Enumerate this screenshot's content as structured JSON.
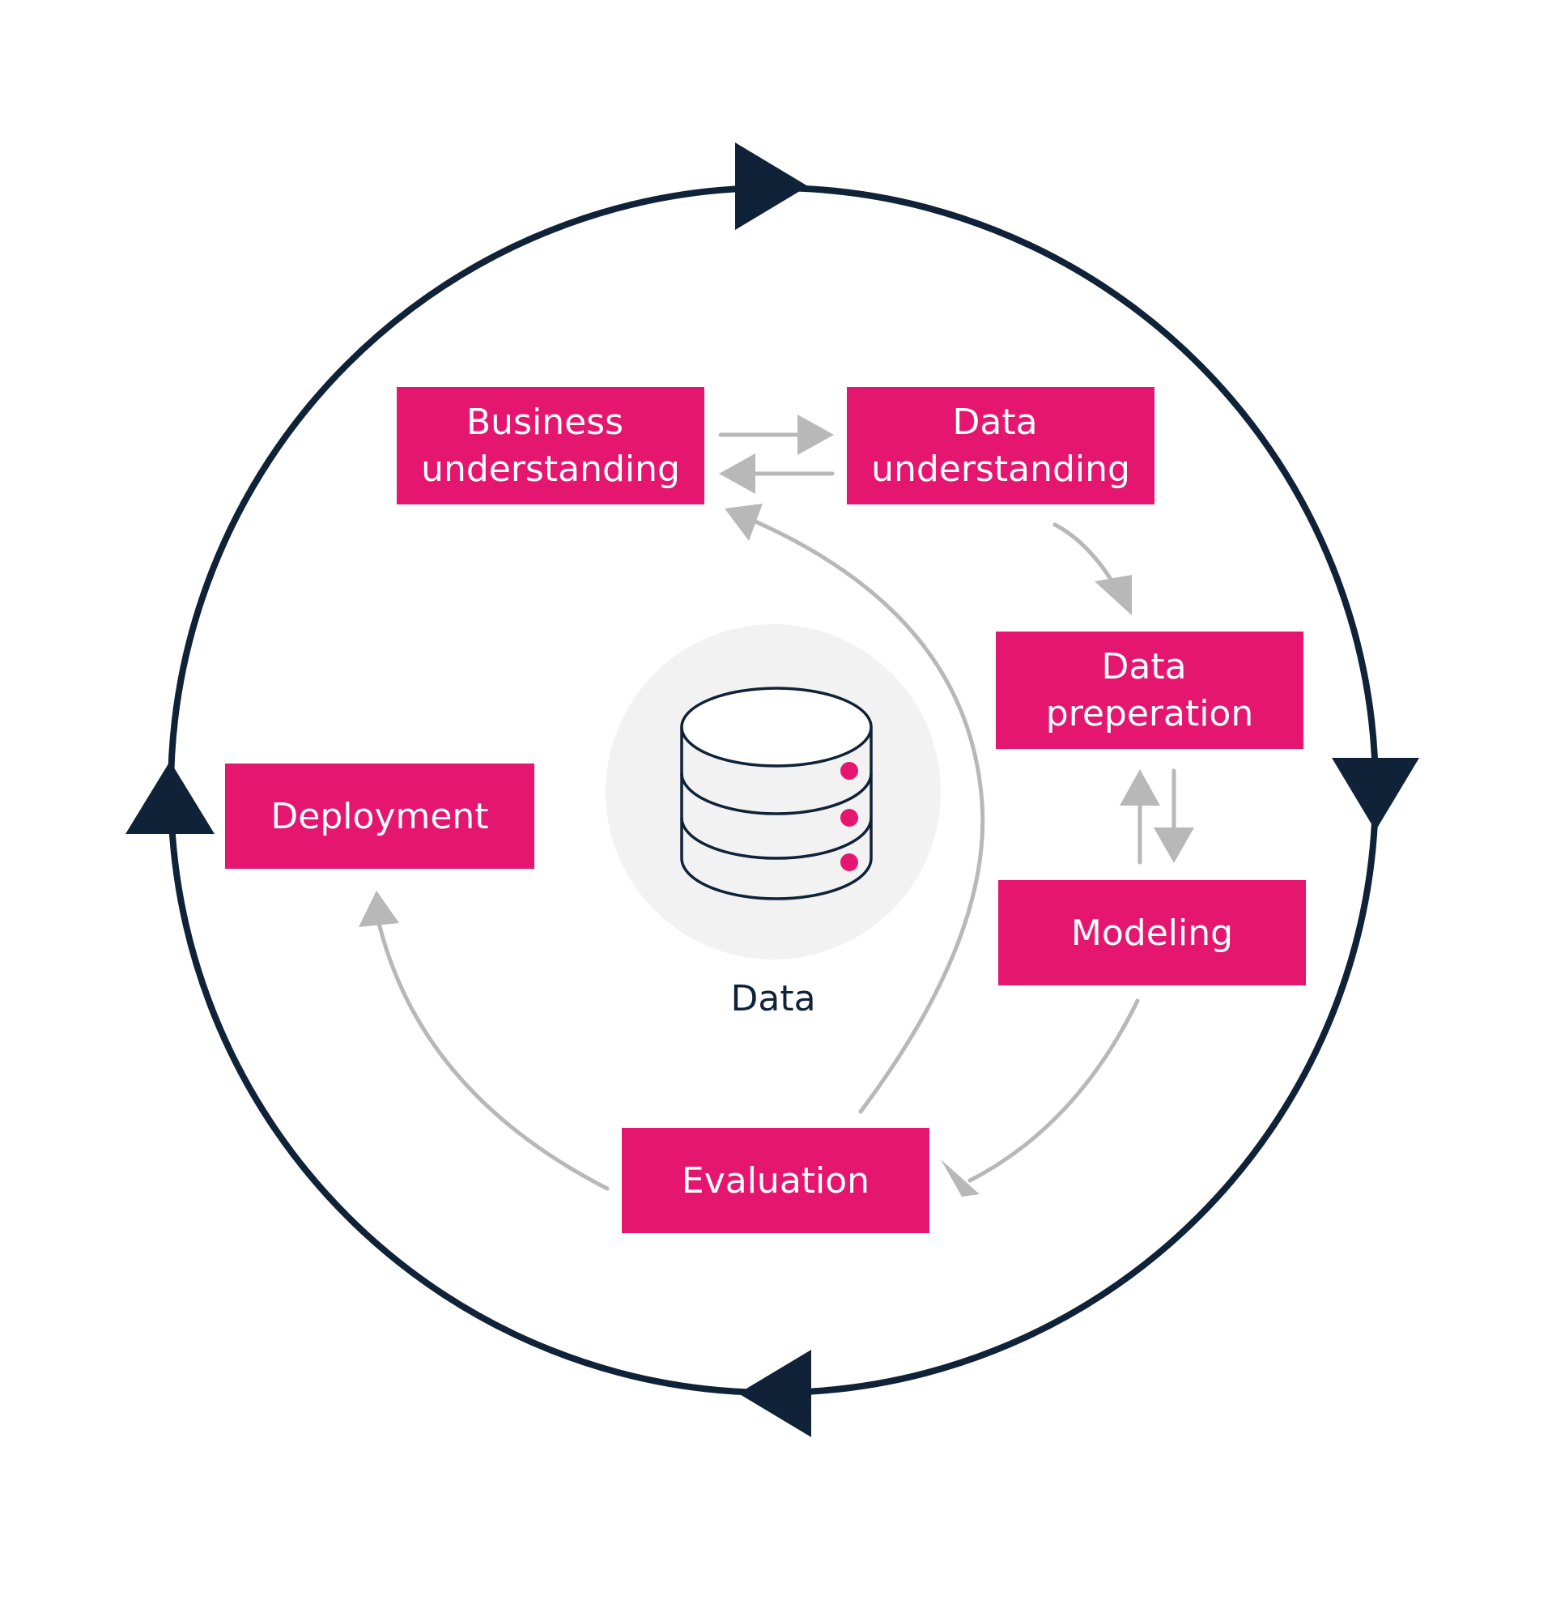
{
  "diagram": {
    "type": "process-cycle",
    "colors": {
      "box_fill": "#e5166f",
      "box_text": "#ffffff",
      "outer_cycle": "#0f2237",
      "inner_arrows": "#b8b8b8",
      "center_disc": "#f2f2f2",
      "database_outline": "#0f2237",
      "database_dots": "#e5166f"
    },
    "phases": [
      {
        "id": "business-understanding",
        "lines": [
          "Business",
          "understanding"
        ]
      },
      {
        "id": "data-understanding",
        "lines": [
          "Data",
          "understanding"
        ]
      },
      {
        "id": "data-preperation",
        "lines": [
          "Data",
          "preperation"
        ]
      },
      {
        "id": "modeling",
        "lines": [
          "Modeling"
        ]
      },
      {
        "id": "evaluation",
        "lines": [
          "Evaluation"
        ]
      },
      {
        "id": "deployment",
        "lines": [
          "Deployment"
        ]
      }
    ],
    "center": {
      "icon": "database-icon",
      "label": "Data"
    },
    "connections": [
      {
        "from": "business-understanding",
        "to": "data-understanding"
      },
      {
        "from": "data-understanding",
        "to": "business-understanding"
      },
      {
        "from": "data-understanding",
        "to": "data-preperation"
      },
      {
        "from": "data-preperation",
        "to": "modeling"
      },
      {
        "from": "modeling",
        "to": "data-preperation"
      },
      {
        "from": "modeling",
        "to": "evaluation"
      },
      {
        "from": "evaluation",
        "to": "business-understanding"
      },
      {
        "from": "evaluation",
        "to": "deployment"
      }
    ],
    "outer_cycle_direction": "clockwise"
  }
}
